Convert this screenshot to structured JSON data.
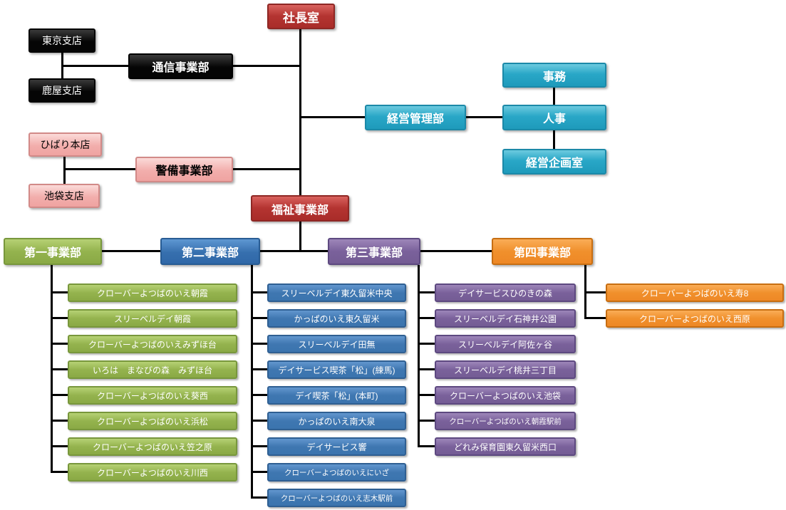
{
  "org": {
    "president": "社長室",
    "communications": {
      "division": "通信事業部",
      "branches": [
        "東京支店",
        "鹿屋支店"
      ]
    },
    "management": {
      "division": "経営管理部",
      "departments": [
        "事務",
        "人事",
        "経営企画室"
      ]
    },
    "security": {
      "division": "警備事業部",
      "branches": [
        "ひばり本店",
        "池袋支店"
      ]
    },
    "welfare": {
      "division": "福祉事業部",
      "divisions": [
        {
          "name": "第一事業部",
          "accent": "#9BBB59",
          "facilities": [
            "クローバーよつばのいえ朝霞",
            "スリーベルデイ朝霞",
            "クローバーよつばのいえみずほ台",
            "いろは　まなびの森　みずほ台",
            "クローバーよつばのいえ葵西",
            "クローバーよつばのいえ浜松",
            "クローバーよつばのいえ笠之原",
            "クローバーよつばのいえ川西"
          ]
        },
        {
          "name": "第二事業部",
          "accent": "#3E79BE",
          "facilities": [
            "スリーベルデイ東久留米中央",
            "かっぱのいえ東久留米",
            "スリーベルデイ田無",
            "デイサービス喫茶「松」(練馬)",
            "デイ喫茶「松」(本町)",
            "かっぱのいえ南大泉",
            "デイサービス響",
            "クローバーよつばのいえにいざ",
            "クローバーよつばのいえ志木駅前"
          ]
        },
        {
          "name": "第三事業部",
          "accent": "#8064A2",
          "facilities": [
            "デイサービスひのきの森",
            "スリーベルデイ石神井公園",
            "スリーベルデイ阿佐ヶ谷",
            "スリーベルデイ桃井三丁目",
            "クローバーよつばのいえ池袋",
            "クローバーよつばのいえ朝霞駅前",
            "どれみ保育園東久留米西口"
          ]
        },
        {
          "name": "第四事業部",
          "accent": "#F79646",
          "facilities": [
            "クローバーよつばのいえ寿8",
            "クローバーよつばのいえ西原"
          ]
        }
      ]
    }
  },
  "colors": {
    "president_red": "#B43431",
    "comm_black": "#050505",
    "management_teal": "#29A7C7",
    "security_pink": "#F2AEAC",
    "div1_green": "#9BBB59",
    "div2_blue": "#3E79BE",
    "div3_purple": "#8064A2",
    "div4_orange": "#F79646",
    "connector": "#000000",
    "background": "#FFFFFF"
  }
}
